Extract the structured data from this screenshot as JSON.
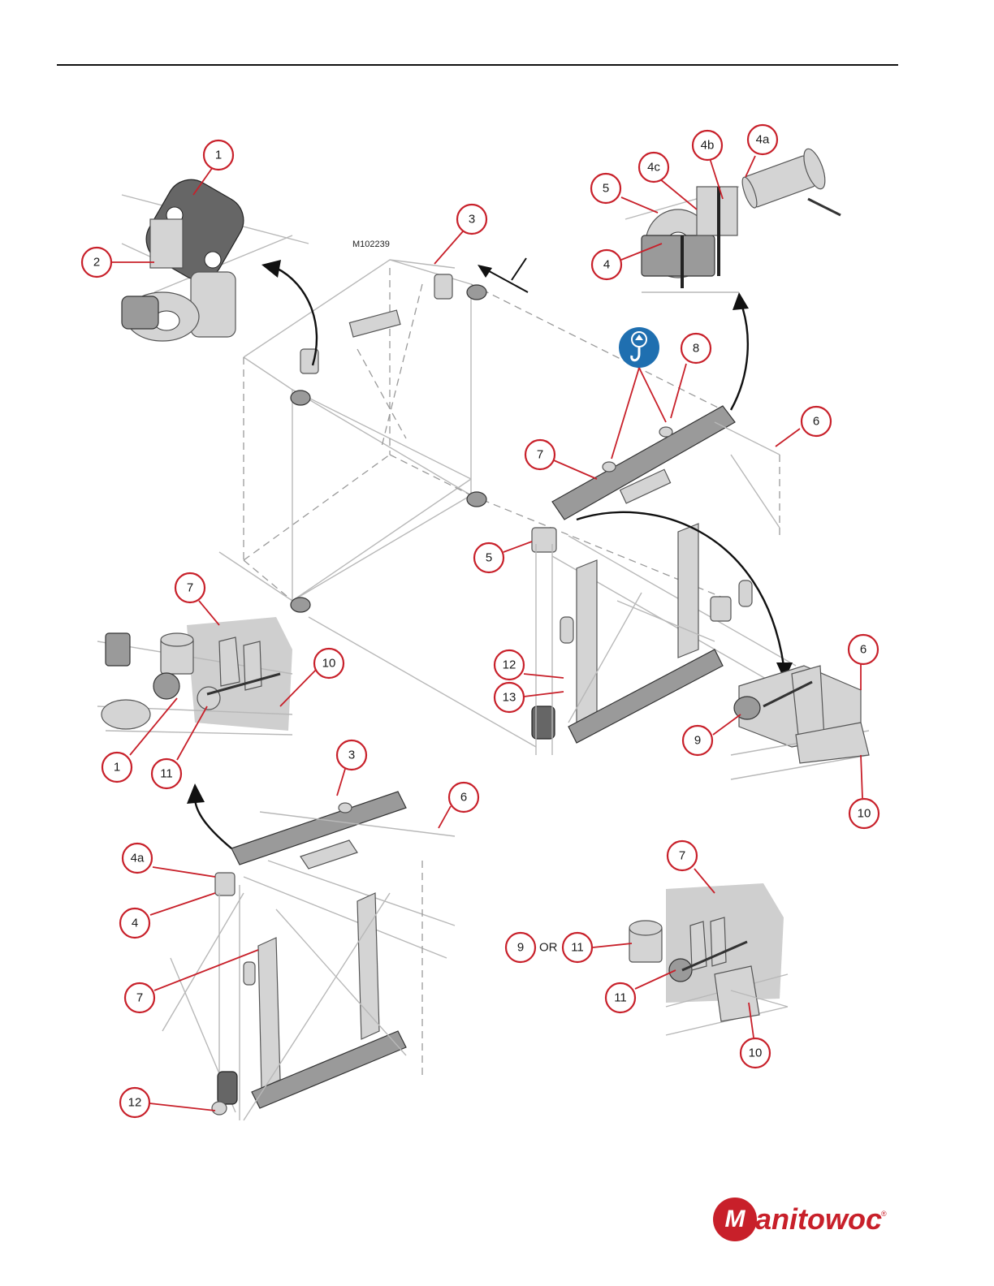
{
  "figure_id": "M102239",
  "or_text": "OR",
  "brand": {
    "name": "Manitowoc",
    "color": "#c8202a",
    "mark": "®"
  },
  "colors": {
    "callout_stroke": "#c8202a",
    "lift_icon": "#1f6fb0"
  },
  "icons": [
    "lift-point-icon"
  ],
  "callouts": {
    "c1a": "1",
    "c2": "2",
    "c3a": "3",
    "c4a_top": "4a",
    "c4b": "4b",
    "c4c": "4c",
    "c5a": "5",
    "c4_top": "4",
    "c8": "8",
    "c6a": "6",
    "c7a": "7",
    "c5b": "5",
    "c7b": "7",
    "c10a": "10",
    "c1b": "1",
    "c11a": "11",
    "c12a": "12",
    "c13": "13",
    "c6b": "6",
    "c9a": "9",
    "c10b": "10",
    "c3b": "3",
    "c6c": "6",
    "c4a_bot": "4a",
    "c4_bot": "4",
    "c7c": "7",
    "c12b": "12",
    "c7d": "7",
    "c9b": "9",
    "c11b": "11",
    "c11c": "11",
    "c10c": "10"
  }
}
